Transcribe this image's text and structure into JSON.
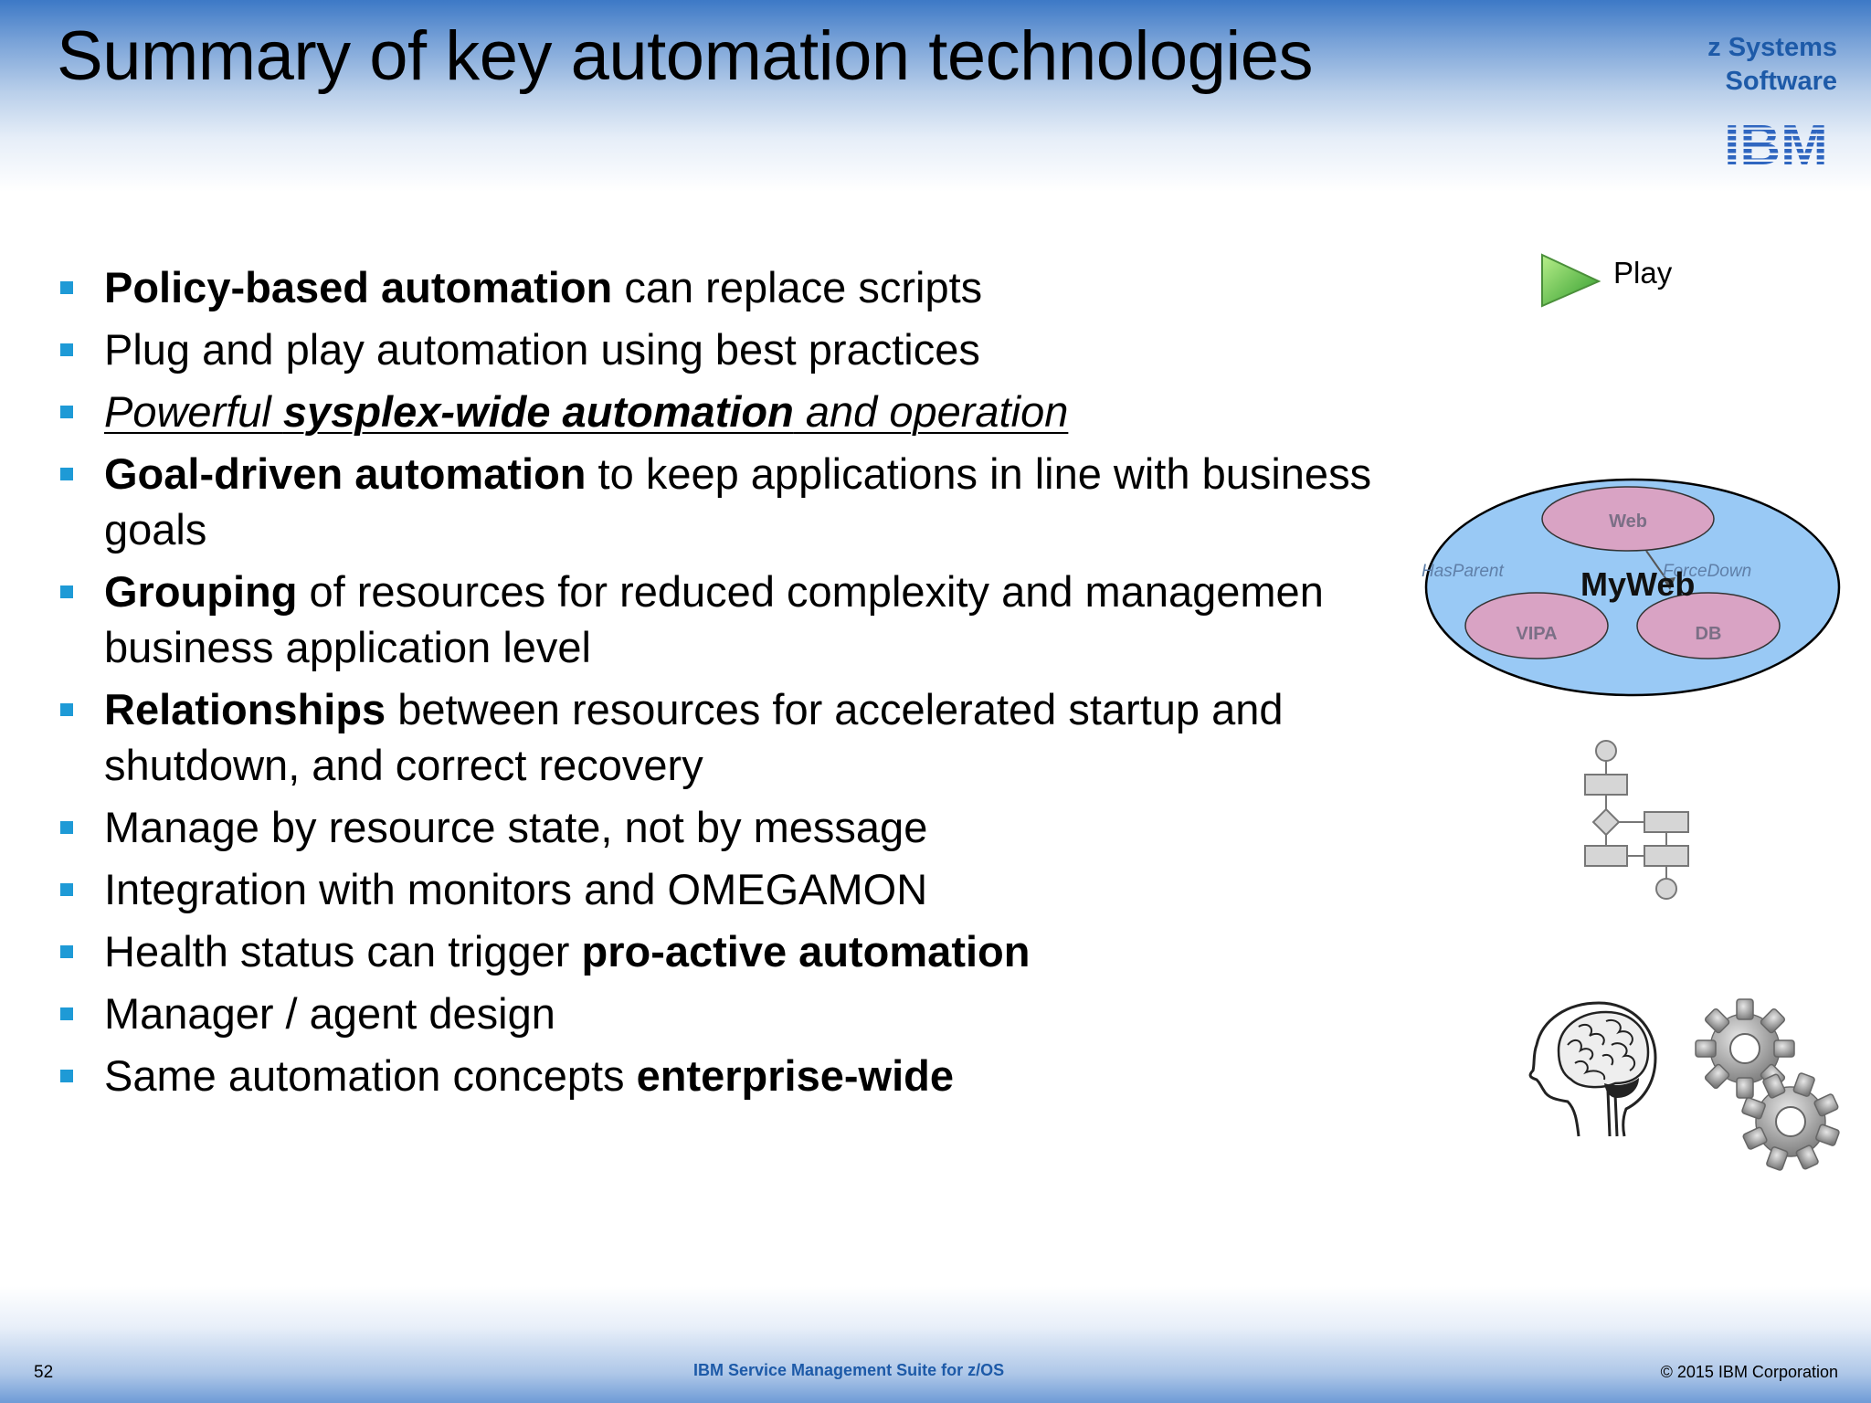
{
  "slide": {
    "title": "Summary of key automation technologies",
    "brand_line1": "z Systems",
    "brand_line2": "Software",
    "logo_text": "IBM"
  },
  "bullets": [
    {
      "parts": [
        {
          "text": "Policy-based automation",
          "bold": true
        },
        {
          "text": " can replace scripts"
        }
      ]
    },
    {
      "parts": [
        {
          "text": "Plug and play automation using best practices"
        }
      ]
    },
    {
      "italic_underline": true,
      "parts": [
        {
          "text": "Powerful "
        },
        {
          "text": "sysplex-wide automation",
          "bold": true
        },
        {
          "text": " and operation"
        }
      ]
    },
    {
      "parts": [
        {
          "text": "Goal-driven automation",
          "bold": true
        },
        {
          "text": " to keep applications in line with business"
        }
      ],
      "continuation": "goals"
    },
    {
      "parts": [
        {
          "text": "Grouping",
          "bold": true
        },
        {
          "text": " of resources for reduced complexity and managemen"
        }
      ],
      "continuation": "business application level"
    },
    {
      "parts": [
        {
          "text": "Relationships",
          "bold": true
        },
        {
          "text": " between resources for accelerated startup and"
        }
      ],
      "continuation": "shutdown, and correct recovery"
    },
    {
      "parts": [
        {
          "text": "Manage by resource state, not by message"
        }
      ]
    },
    {
      "parts": [
        {
          "text": "Integration with monitors and OMEGAMON"
        }
      ]
    },
    {
      "parts": [
        {
          "text": "Health status can trigger "
        },
        {
          "text": "pro-active automation",
          "bold": true
        }
      ]
    },
    {
      "parts": [
        {
          "text": "Manager / agent design"
        }
      ]
    },
    {
      "parts": [
        {
          "text": "Same automation concepts "
        },
        {
          "text": "enterprise-wide",
          "bold": true
        }
      ]
    }
  ],
  "illustrations": {
    "play_label": "Play",
    "group_title": "MyWeb",
    "group_nodes": [
      "Web",
      "VIPA",
      "DB"
    ],
    "relation_left": "HasParent",
    "relation_right": "ForceDown"
  },
  "footer": {
    "page_number": "52",
    "product": "IBM Service Management Suite for z/OS",
    "copyright": "© 2015 IBM Corporation"
  },
  "colors": {
    "bullet": "#1e9ad6",
    "brand_blue": "#1d5aa8",
    "group_fill": "#99c9f5",
    "node_fill": "#d9a3c4"
  }
}
